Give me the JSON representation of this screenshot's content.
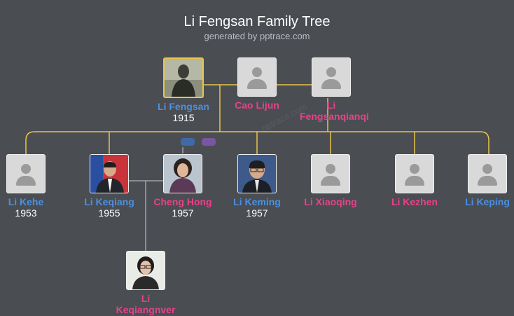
{
  "header": {
    "title": "Li Fengsan Family Tree",
    "subtitle": "generated by pptrace.com"
  },
  "colors": {
    "background": "#4a4d52",
    "connector": "#e8c54a",
    "male": "#4a90e2",
    "female": "#e8418a",
    "descendant_line": "#d0d0d0"
  },
  "watermark": "pptrace.com",
  "generation1": [
    {
      "name": "Li Fengsan",
      "year": "1915",
      "gender": "male",
      "photo": "portrait-bw",
      "selected": true
    },
    {
      "name": "Cao Lijun",
      "year": "",
      "gender": "female",
      "photo": "placeholder"
    },
    {
      "name": "Li Fengsanqianqi",
      "year": "",
      "gender": "female",
      "photo": "placeholder"
    }
  ],
  "generation2": [
    {
      "name": "Li Kehe",
      "year": "1953",
      "gender": "male",
      "photo": "placeholder"
    },
    {
      "name": "Li Keqiang",
      "year": "1955",
      "gender": "male",
      "photo": "portrait-suit"
    },
    {
      "name": "Cheng Hong",
      "year": "1957",
      "gender": "female",
      "photo": "portrait-woman"
    },
    {
      "name": "Li Keming",
      "year": "1957",
      "gender": "male",
      "photo": "portrait-glasses"
    },
    {
      "name": "Li Xiaoqing",
      "year": "",
      "gender": "female",
      "photo": "placeholder"
    },
    {
      "name": "Li Kezhen",
      "year": "",
      "gender": "female",
      "photo": "placeholder"
    },
    {
      "name": "Li Keping",
      "year": "",
      "gender": "male",
      "photo": "placeholder"
    }
  ],
  "generation3": [
    {
      "name": "Li Keqiangnver",
      "year": "",
      "gender": "female",
      "photo": "portrait-girl"
    }
  ]
}
